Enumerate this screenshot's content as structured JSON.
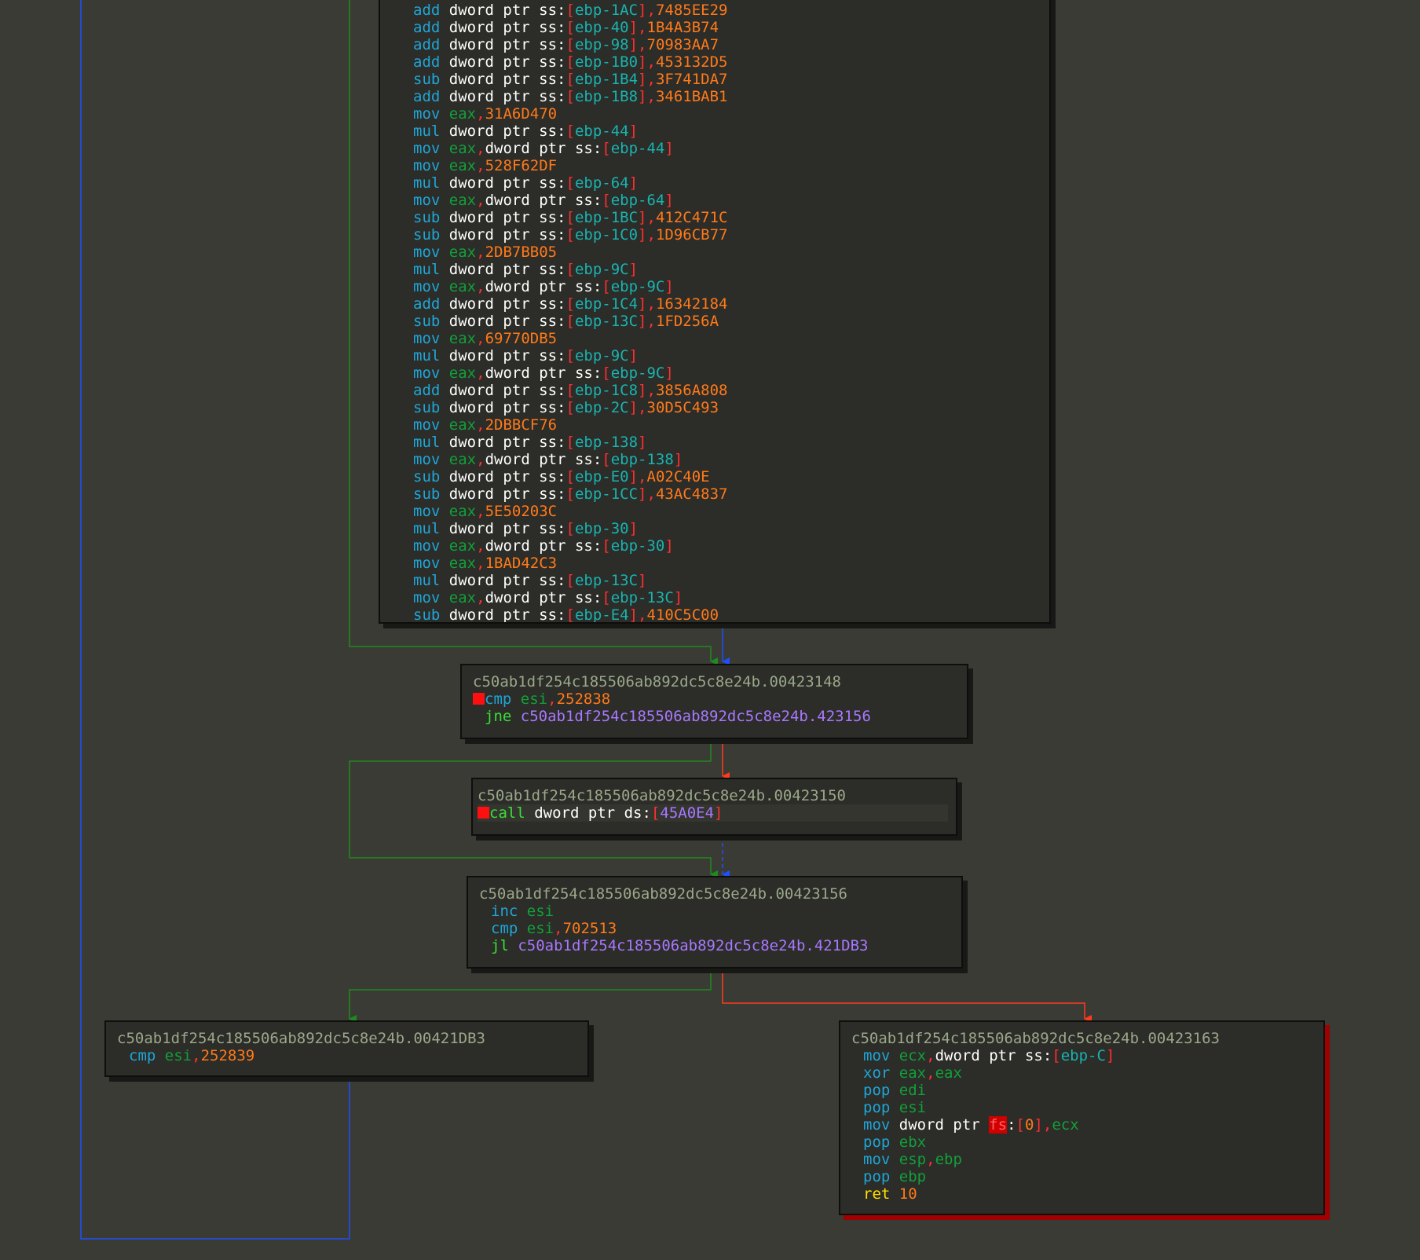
{
  "colors": {
    "background": "#3a3b34",
    "block_bg": "#2c2c28",
    "edge_true": "#1f8a1f",
    "edge_false": "#ff3b1f",
    "edge_unconditional": "#1e50ff",
    "mnemonic": "#1ea6d8",
    "branch": "#38e038",
    "register": "#12a03a",
    "immediate": "#ff7a1a",
    "memory_reg": "#19b3b0",
    "target": "#a878ff",
    "breakpoint": "#ff1010"
  },
  "blocks": [
    {
      "id": "block-main",
      "header": "",
      "lines": [
        {
          "m": "add",
          "ops": [
            {
              "t": "kw",
              "v": "dword ptr ss:"
            },
            {
              "t": "mem",
              "v": "ebp-1AC"
            },
            {
              "t": "punc",
              "v": ","
            },
            {
              "t": "num",
              "v": "7485EE29"
            }
          ]
        },
        {
          "m": "add",
          "ops": [
            {
              "t": "kw",
              "v": "dword ptr ss:"
            },
            {
              "t": "mem",
              "v": "ebp-40"
            },
            {
              "t": "punc",
              "v": ","
            },
            {
              "t": "num",
              "v": "1B4A3B74"
            }
          ]
        },
        {
          "m": "add",
          "ops": [
            {
              "t": "kw",
              "v": "dword ptr ss:"
            },
            {
              "t": "mem",
              "v": "ebp-98"
            },
            {
              "t": "punc",
              "v": ","
            },
            {
              "t": "num",
              "v": "70983AA7"
            }
          ]
        },
        {
          "m": "add",
          "ops": [
            {
              "t": "kw",
              "v": "dword ptr ss:"
            },
            {
              "t": "mem",
              "v": "ebp-1B0"
            },
            {
              "t": "punc",
              "v": ","
            },
            {
              "t": "num",
              "v": "453132D5"
            }
          ]
        },
        {
          "m": "sub",
          "ops": [
            {
              "t": "kw",
              "v": "dword ptr ss:"
            },
            {
              "t": "mem",
              "v": "ebp-1B4"
            },
            {
              "t": "punc",
              "v": ","
            },
            {
              "t": "num",
              "v": "3F741DA7"
            }
          ]
        },
        {
          "m": "add",
          "ops": [
            {
              "t": "kw",
              "v": "dword ptr ss:"
            },
            {
              "t": "mem",
              "v": "ebp-1B8"
            },
            {
              "t": "punc",
              "v": ","
            },
            {
              "t": "num",
              "v": "3461BAB1"
            }
          ]
        },
        {
          "m": "mov",
          "ops": [
            {
              "t": "reg",
              "v": "eax"
            },
            {
              "t": "punc",
              "v": ","
            },
            {
              "t": "num",
              "v": "31A6D470"
            }
          ]
        },
        {
          "m": "mul",
          "ops": [
            {
              "t": "kw",
              "v": "dword ptr ss:"
            },
            {
              "t": "mem",
              "v": "ebp-44"
            }
          ]
        },
        {
          "m": "mov",
          "ops": [
            {
              "t": "reg",
              "v": "eax"
            },
            {
              "t": "punc",
              "v": ","
            },
            {
              "t": "kw",
              "v": "dword ptr ss:"
            },
            {
              "t": "mem",
              "v": "ebp-44"
            }
          ]
        },
        {
          "m": "mov",
          "ops": [
            {
              "t": "reg",
              "v": "eax"
            },
            {
              "t": "punc",
              "v": ","
            },
            {
              "t": "num",
              "v": "528F62DF"
            }
          ]
        },
        {
          "m": "mul",
          "ops": [
            {
              "t": "kw",
              "v": "dword ptr ss:"
            },
            {
              "t": "mem",
              "v": "ebp-64"
            }
          ]
        },
        {
          "m": "mov",
          "ops": [
            {
              "t": "reg",
              "v": "eax"
            },
            {
              "t": "punc",
              "v": ","
            },
            {
              "t": "kw",
              "v": "dword ptr ss:"
            },
            {
              "t": "mem",
              "v": "ebp-64"
            }
          ]
        },
        {
          "m": "sub",
          "ops": [
            {
              "t": "kw",
              "v": "dword ptr ss:"
            },
            {
              "t": "mem",
              "v": "ebp-1BC"
            },
            {
              "t": "punc",
              "v": ","
            },
            {
              "t": "num",
              "v": "412C471C"
            }
          ]
        },
        {
          "m": "sub",
          "ops": [
            {
              "t": "kw",
              "v": "dword ptr ss:"
            },
            {
              "t": "mem",
              "v": "ebp-1C0"
            },
            {
              "t": "punc",
              "v": ","
            },
            {
              "t": "num",
              "v": "1D96CB77"
            }
          ]
        },
        {
          "m": "mov",
          "ops": [
            {
              "t": "reg",
              "v": "eax"
            },
            {
              "t": "punc",
              "v": ","
            },
            {
              "t": "num",
              "v": "2DB7BB05"
            }
          ]
        },
        {
          "m": "mul",
          "ops": [
            {
              "t": "kw",
              "v": "dword ptr ss:"
            },
            {
              "t": "mem",
              "v": "ebp-9C"
            }
          ]
        },
        {
          "m": "mov",
          "ops": [
            {
              "t": "reg",
              "v": "eax"
            },
            {
              "t": "punc",
              "v": ","
            },
            {
              "t": "kw",
              "v": "dword ptr ss:"
            },
            {
              "t": "mem",
              "v": "ebp-9C"
            }
          ]
        },
        {
          "m": "add",
          "ops": [
            {
              "t": "kw",
              "v": "dword ptr ss:"
            },
            {
              "t": "mem",
              "v": "ebp-1C4"
            },
            {
              "t": "punc",
              "v": ","
            },
            {
              "t": "num",
              "v": "16342184"
            }
          ]
        },
        {
          "m": "sub",
          "ops": [
            {
              "t": "kw",
              "v": "dword ptr ss:"
            },
            {
              "t": "mem",
              "v": "ebp-13C"
            },
            {
              "t": "punc",
              "v": ","
            },
            {
              "t": "num",
              "v": "1FD256A"
            }
          ]
        },
        {
          "m": "mov",
          "ops": [
            {
              "t": "reg",
              "v": "eax"
            },
            {
              "t": "punc",
              "v": ","
            },
            {
              "t": "num",
              "v": "69770DB5"
            }
          ]
        },
        {
          "m": "mul",
          "ops": [
            {
              "t": "kw",
              "v": "dword ptr ss:"
            },
            {
              "t": "mem",
              "v": "ebp-9C"
            }
          ]
        },
        {
          "m": "mov",
          "ops": [
            {
              "t": "reg",
              "v": "eax"
            },
            {
              "t": "punc",
              "v": ","
            },
            {
              "t": "kw",
              "v": "dword ptr ss:"
            },
            {
              "t": "mem",
              "v": "ebp-9C"
            }
          ]
        },
        {
          "m": "add",
          "ops": [
            {
              "t": "kw",
              "v": "dword ptr ss:"
            },
            {
              "t": "mem",
              "v": "ebp-1C8"
            },
            {
              "t": "punc",
              "v": ","
            },
            {
              "t": "num",
              "v": "3856A808"
            }
          ]
        },
        {
          "m": "sub",
          "ops": [
            {
              "t": "kw",
              "v": "dword ptr ss:"
            },
            {
              "t": "mem",
              "v": "ebp-2C"
            },
            {
              "t": "punc",
              "v": ","
            },
            {
              "t": "num",
              "v": "30D5C493"
            }
          ]
        },
        {
          "m": "mov",
          "ops": [
            {
              "t": "reg",
              "v": "eax"
            },
            {
              "t": "punc",
              "v": ","
            },
            {
              "t": "num",
              "v": "2DBBCF76"
            }
          ]
        },
        {
          "m": "mul",
          "ops": [
            {
              "t": "kw",
              "v": "dword ptr ss:"
            },
            {
              "t": "mem",
              "v": "ebp-138"
            }
          ]
        },
        {
          "m": "mov",
          "ops": [
            {
              "t": "reg",
              "v": "eax"
            },
            {
              "t": "punc",
              "v": ","
            },
            {
              "t": "kw",
              "v": "dword ptr ss:"
            },
            {
              "t": "mem",
              "v": "ebp-138"
            }
          ]
        },
        {
          "m": "sub",
          "ops": [
            {
              "t": "kw",
              "v": "dword ptr ss:"
            },
            {
              "t": "mem",
              "v": "ebp-E0"
            },
            {
              "t": "punc",
              "v": ","
            },
            {
              "t": "num",
              "v": "A02C40E"
            }
          ]
        },
        {
          "m": "sub",
          "ops": [
            {
              "t": "kw",
              "v": "dword ptr ss:"
            },
            {
              "t": "mem",
              "v": "ebp-1CC"
            },
            {
              "t": "punc",
              "v": ","
            },
            {
              "t": "num",
              "v": "43AC4837"
            }
          ]
        },
        {
          "m": "mov",
          "ops": [
            {
              "t": "reg",
              "v": "eax"
            },
            {
              "t": "punc",
              "v": ","
            },
            {
              "t": "num",
              "v": "5E50203C"
            }
          ]
        },
        {
          "m": "mul",
          "ops": [
            {
              "t": "kw",
              "v": "dword ptr ss:"
            },
            {
              "t": "mem",
              "v": "ebp-30"
            }
          ]
        },
        {
          "m": "mov",
          "ops": [
            {
              "t": "reg",
              "v": "eax"
            },
            {
              "t": "punc",
              "v": ","
            },
            {
              "t": "kw",
              "v": "dword ptr ss:"
            },
            {
              "t": "mem",
              "v": "ebp-30"
            }
          ]
        },
        {
          "m": "mov",
          "ops": [
            {
              "t": "reg",
              "v": "eax"
            },
            {
              "t": "punc",
              "v": ","
            },
            {
              "t": "num",
              "v": "1BAD42C3"
            }
          ]
        },
        {
          "m": "mul",
          "ops": [
            {
              "t": "kw",
              "v": "dword ptr ss:"
            },
            {
              "t": "mem",
              "v": "ebp-13C"
            }
          ]
        },
        {
          "m": "mov",
          "ops": [
            {
              "t": "reg",
              "v": "eax"
            },
            {
              "t": "punc",
              "v": ","
            },
            {
              "t": "kw",
              "v": "dword ptr ss:"
            },
            {
              "t": "mem",
              "v": "ebp-13C"
            }
          ]
        },
        {
          "m": "sub",
          "ops": [
            {
              "t": "kw",
              "v": "dword ptr ss:"
            },
            {
              "t": "mem",
              "v": "ebp-E4"
            },
            {
              "t": "punc",
              "v": ","
            },
            {
              "t": "num",
              "v": "410C5C00"
            }
          ]
        }
      ]
    },
    {
      "id": "block-00423148",
      "header": "c50ab1df254c185506ab892dc5c8e24b.00423148",
      "lines": [
        {
          "m": "cmp",
          "bp": true,
          "ops": [
            {
              "t": "reg",
              "v": "esi"
            },
            {
              "t": "punc",
              "v": ","
            },
            {
              "t": "num",
              "v": "252838"
            }
          ]
        },
        {
          "m": "jne",
          "cls": "br",
          "ops": [
            {
              "t": "tgt",
              "v": "c50ab1df254c185506ab892dc5c8e24b.423156"
            }
          ]
        }
      ]
    },
    {
      "id": "block-00423150",
      "header": "c50ab1df254c185506ab892dc5c8e24b.00423150",
      "lines": [
        {
          "m": "call",
          "cls": "cl",
          "bp": true,
          "sel": true,
          "ops": [
            {
              "t": "kw",
              "v": "dword ptr ds:"
            },
            {
              "t": "punc",
              "v": "["
            },
            {
              "t": "tgt",
              "v": "45A0E4"
            },
            {
              "t": "punc",
              "v": "]"
            }
          ]
        }
      ]
    },
    {
      "id": "block-00423156",
      "header": "c50ab1df254c185506ab892dc5c8e24b.00423156",
      "lines": [
        {
          "m": "inc",
          "ops": [
            {
              "t": "reg",
              "v": "esi"
            }
          ]
        },
        {
          "m": "cmp",
          "ops": [
            {
              "t": "reg",
              "v": "esi"
            },
            {
              "t": "punc",
              "v": ","
            },
            {
              "t": "num",
              "v": "702513"
            }
          ]
        },
        {
          "m": "jl",
          "cls": "br",
          "ops": [
            {
              "t": "tgt",
              "v": "c50ab1df254c185506ab892dc5c8e24b.421DB3"
            }
          ]
        }
      ]
    },
    {
      "id": "block-00421DB3",
      "header": "c50ab1df254c185506ab892dc5c8e24b.00421DB3",
      "lines": [
        {
          "m": "cmp",
          "ops": [
            {
              "t": "reg",
              "v": "esi"
            },
            {
              "t": "punc",
              "v": ","
            },
            {
              "t": "num",
              "v": "252839"
            }
          ]
        }
      ]
    },
    {
      "id": "block-00423163",
      "header": "c50ab1df254c185506ab892dc5c8e24b.00423163",
      "lines": [
        {
          "m": "mov",
          "ops": [
            {
              "t": "reg",
              "v": "ecx"
            },
            {
              "t": "punc",
              "v": ","
            },
            {
              "t": "kw",
              "v": "dword ptr ss:"
            },
            {
              "t": "mem",
              "v": "ebp-C"
            }
          ]
        },
        {
          "m": "xor",
          "ops": [
            {
              "t": "reg",
              "v": "eax"
            },
            {
              "t": "punc",
              "v": ","
            },
            {
              "t": "reg",
              "v": "eax"
            }
          ]
        },
        {
          "m": "pop",
          "ops": [
            {
              "t": "reg",
              "v": "edi"
            }
          ]
        },
        {
          "m": "pop",
          "ops": [
            {
              "t": "reg",
              "v": "esi"
            }
          ]
        },
        {
          "m": "mov",
          "ops": [
            {
              "t": "kw",
              "v": "dword ptr "
            },
            {
              "t": "seg",
              "v": "fs"
            },
            {
              "t": "kw",
              "v": ":"
            },
            {
              "t": "punc",
              "v": "["
            },
            {
              "t": "num",
              "v": "0"
            },
            {
              "t": "punc",
              "v": "]"
            },
            {
              "t": "punc",
              "v": ","
            },
            {
              "t": "reg",
              "v": "ecx"
            }
          ]
        },
        {
          "m": "pop",
          "ops": [
            {
              "t": "reg",
              "v": "ebx"
            }
          ]
        },
        {
          "m": "mov",
          "ops": [
            {
              "t": "reg",
              "v": "esp"
            },
            {
              "t": "punc",
              "v": ","
            },
            {
              "t": "reg",
              "v": "ebp"
            }
          ]
        },
        {
          "m": "pop",
          "ops": [
            {
              "t": "reg",
              "v": "ebp"
            }
          ]
        },
        {
          "m": "ret",
          "cls": "rt",
          "ops": [
            {
              "t": "num",
              "v": "10"
            }
          ]
        }
      ]
    }
  ]
}
